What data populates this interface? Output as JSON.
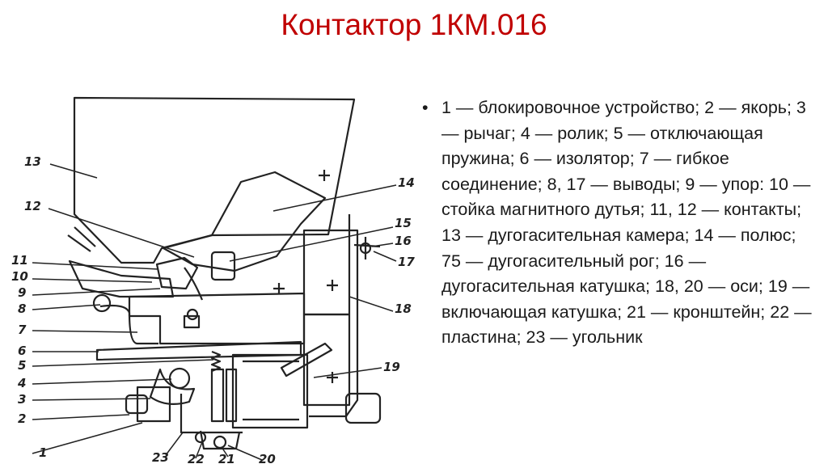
{
  "slide": {
    "title": "Контактор 1КМ.016",
    "legend_text": "1 — блокировочное устройство; 2 — якорь; 3 — рычаг; 4 — ролик; 5 — отключающая пружина; 6 — изолятор; 7 — гибкое соединение; 8, 17 — выводы; 9 — упор: 10 — стойка магнитного дутья; 11, 12 — контакты; 13 — дугогасительная камера; 14 — полюс; 75 — дугогасительный рог; 16 — дугогасительная катушка; 18, 20 — оси; 19 — включающая катушка; 21 — кронштейн; 22 — пластина; 23 — угольник"
  },
  "diagram": {
    "callouts": [
      "13",
      "12",
      "11",
      "10",
      "9",
      "8",
      "7",
      "6",
      "5",
      "4",
      "3",
      "2",
      "1",
      "23",
      "22",
      "21",
      "20",
      "19",
      "18",
      "17",
      "16",
      "15",
      "14"
    ]
  },
  "colors": {
    "title": "#c00000",
    "ink": "#222222"
  }
}
